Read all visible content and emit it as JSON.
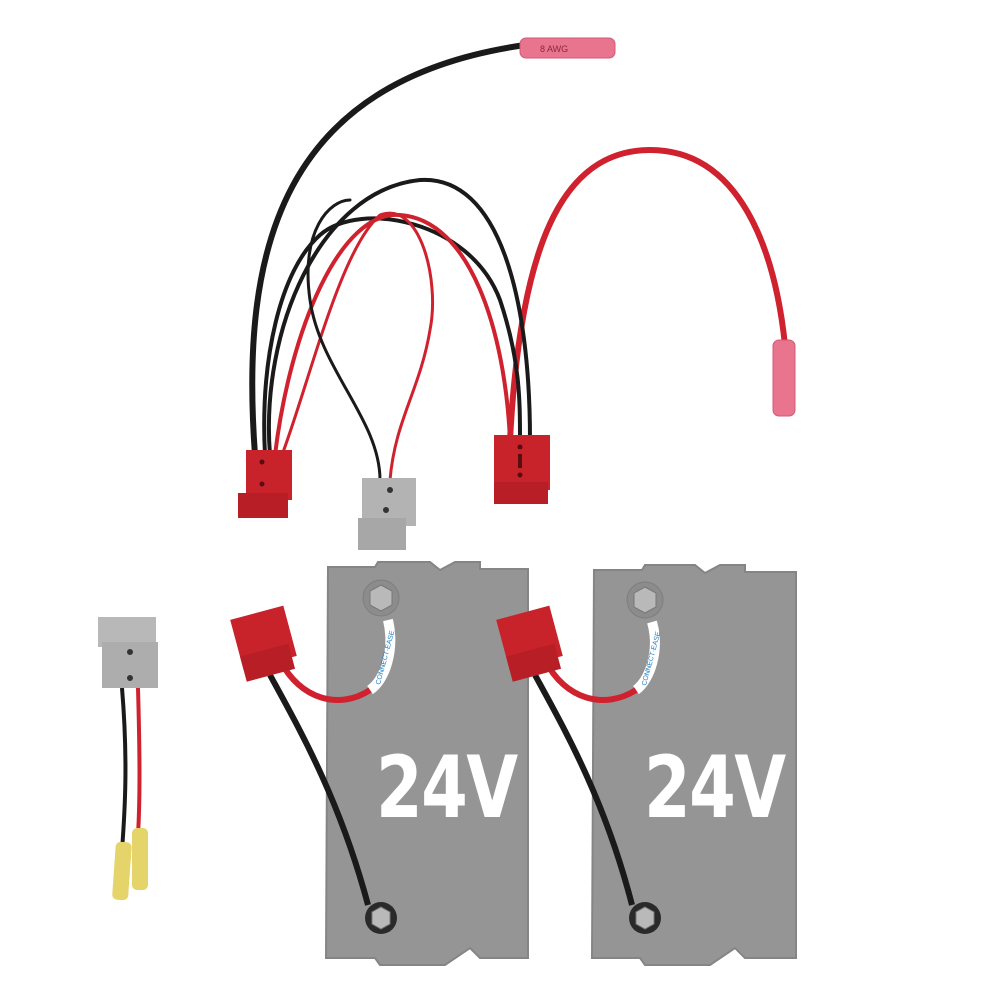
{
  "image": {
    "description": "Product photo: trolling motor battery wiring harness kit with two 24V battery terminal covers",
    "background": "#ffffff"
  },
  "harness": {
    "fuse_terminal_label": "8 AWG",
    "wire_colors": {
      "positive": "#d0222e",
      "negative": "#1a1a1a"
    },
    "connector_colors": {
      "red": "#c8232b",
      "gray": "#b3b3b3"
    },
    "butt_connector_color": "#e8748e"
  },
  "adapter": {
    "connector": "gray",
    "butt_connector_color": "#e4d46a"
  },
  "batteries": [
    {
      "label": "24V",
      "lead_label": "CONNECT-EASE",
      "cover_color": "#959595"
    },
    {
      "label": "24V",
      "lead_label": "CONNECT-EASE",
      "cover_color": "#959595"
    }
  ]
}
